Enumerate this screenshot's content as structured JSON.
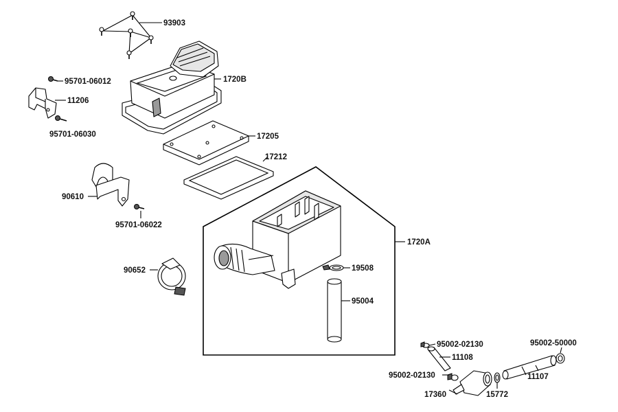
{
  "parts": {
    "p93903": "93903",
    "p1720B": "1720B",
    "p95701_06012": "95701-06012",
    "p11206": "11206",
    "p95701_06030": "95701-06030",
    "p17205": "17205",
    "p17212": "17212",
    "p90610": "90610",
    "p95701_06022": "95701-06022",
    "p1720A": "1720A",
    "p90652": "90652",
    "p19508": "19508",
    "p95004": "95004",
    "p95002_02130_a": "95002-02130",
    "p11108": "11108",
    "p95002_02130_b": "95002-02130",
    "p17360": "17360",
    "p15772": "15772",
    "p95002_50000": "95002-50000",
    "p11107": "11107"
  }
}
